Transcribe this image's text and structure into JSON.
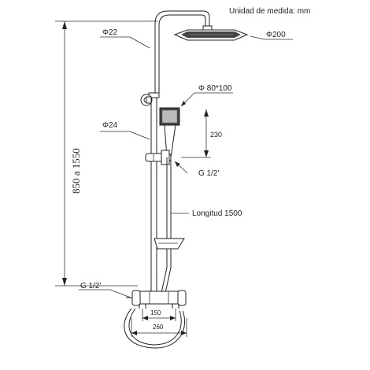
{
  "header": {
    "unit_note": "Unidad de medida: mm"
  },
  "labels": {
    "pipe_upper_diameter": "Φ22",
    "pipe_lower_diameter": "Φ24",
    "head_shower_diameter": "Φ200",
    "hand_shower_size": "Φ 80*100",
    "slider_travel": "230",
    "slider_thread": "G 1/2'",
    "hose_length": "Longitud 1500",
    "inlet_thread": "G 1/2'",
    "inlet_spacing": "150",
    "mixer_width": "260",
    "overall_height": "850 a 1550"
  }
}
